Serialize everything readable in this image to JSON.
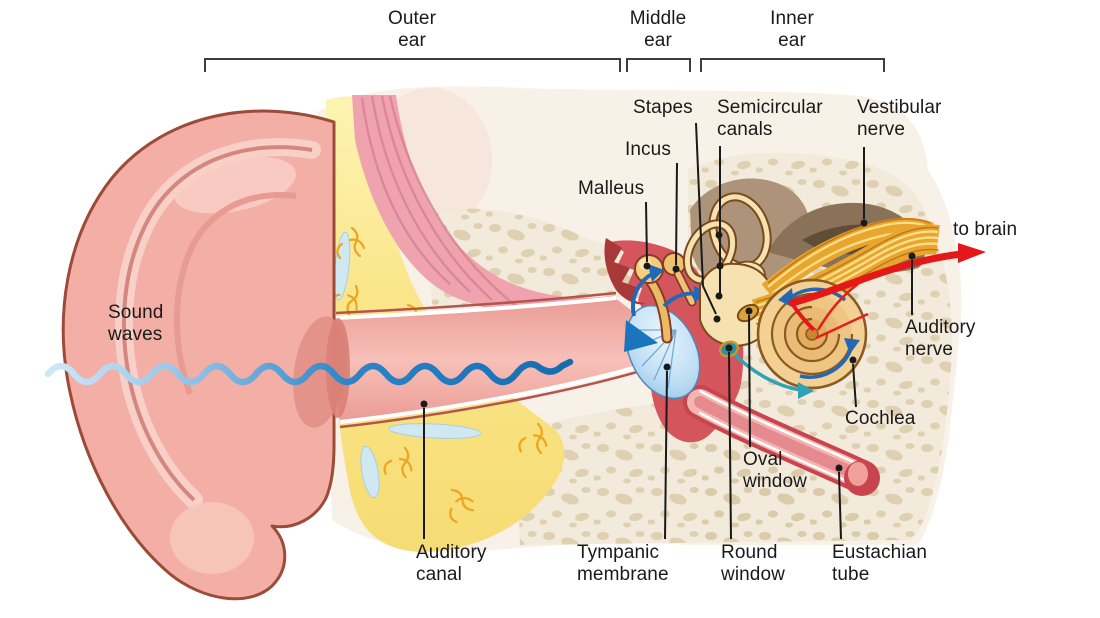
{
  "figure": {
    "regions": {
      "outer_ear": "Outer\near",
      "middle_ear": "Middle\near",
      "inner_ear": "Inner\near"
    },
    "labels": {
      "sound_waves": "Sound\nwaves",
      "malleus": "Malleus",
      "incus": "Incus",
      "stapes": "Stapes",
      "semicircular_canals": "Semicircular\ncanals",
      "vestibular_nerve": "Vestibular\nnerve",
      "to_brain": "to brain",
      "auditory_nerve": "Auditory\nnerve",
      "cochlea": "Cochlea",
      "oval_window": "Oval\nwindow",
      "round_window": "Round\nwindow",
      "eustachian_tube": "Eustachian\ntube",
      "tympanic_membrane": "Tympanic\nmembrane",
      "auditory_canal": "Auditory\ncanal"
    },
    "colors": {
      "label_text": "#1a1a1a",
      "sound_wave_blue": "#1B75BC",
      "to_brain_red": "#E41818",
      "skin_pink": "#F3AFA5",
      "fat_yellow": "#FAE588",
      "bone_cream": "#F2EADA",
      "cavity_red": "#D5555C",
      "membrane_blue": "#AFD6F0",
      "ossicle_gold": "#F4CE7E",
      "labyrinth_cream": "#F6E2B0",
      "nerve_gold": "#E9A62E",
      "flow_teal": "#2FA3B5"
    }
  }
}
